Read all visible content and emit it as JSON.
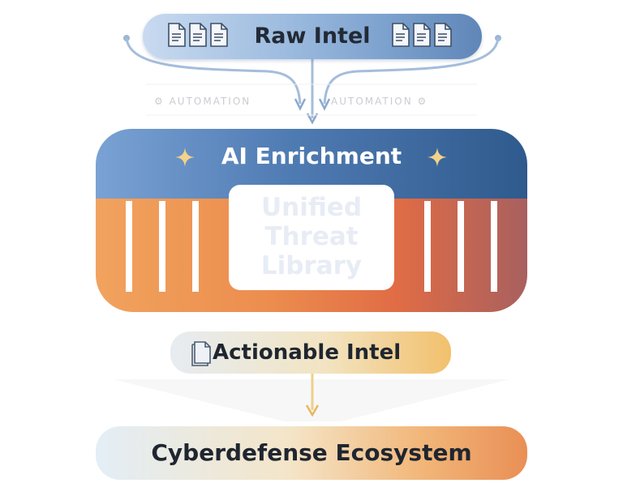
{
  "raw_intel": {
    "label": "Raw Intel",
    "icon": "document-stack-icon",
    "color": "#7ea3cf"
  },
  "automation": {
    "left_label": "⚙ AUTOMATION",
    "right_label": "AUTOMATION ⚙"
  },
  "ai_enrichment": {
    "label": "AI Enrichment",
    "icon": "sparkle-icon",
    "color": "#2f5a8d"
  },
  "library": {
    "line1": "Unified",
    "line2": "Threat",
    "line3": "Library",
    "color": "#ec8d4e"
  },
  "actionable_intel": {
    "label": "Actionable Intel",
    "icon": "document-icon"
  },
  "ecosystem": {
    "label": "Cyberdefense Ecosystem"
  }
}
